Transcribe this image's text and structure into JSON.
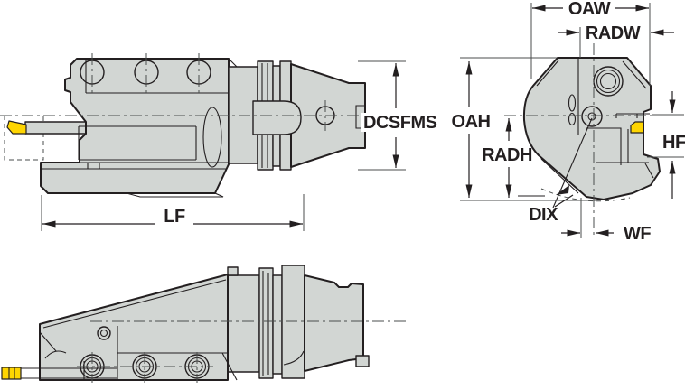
{
  "drawing": {
    "dimension_labels": {
      "oaw": "OAW",
      "radw": "RADW",
      "dcsfms": "DCSFMS",
      "oah": "OAH",
      "radh": "RADH",
      "hf": "HF",
      "dix": "DIX",
      "wf": "WF",
      "lf": "LF"
    },
    "colors": {
      "body_fill": "#d2d6d3",
      "line": "#231f20",
      "insert_yellow": "#fed501",
      "background": "#ffffff"
    }
  }
}
